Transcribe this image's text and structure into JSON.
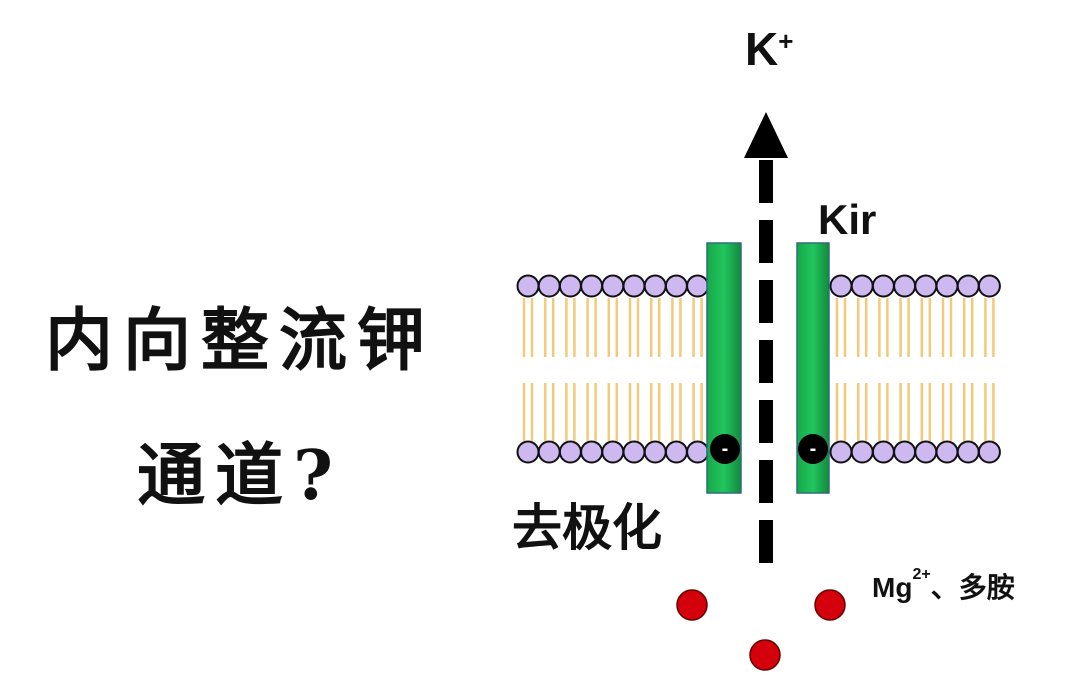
{
  "title": {
    "line1": "内向整流钾",
    "line2": "通道?"
  },
  "labels": {
    "ion": "K",
    "ion_charge": "+",
    "channel": "Kir",
    "depolarization": "去极化",
    "blocker": "Mg",
    "blocker_charge": "2+",
    "blocker_suffix": "、多胺",
    "negative_charge": "-"
  },
  "colors": {
    "lipid_head": "#cdb8f0",
    "lipid_tail": "#f3c97a",
    "channel": "#1db954",
    "blocker_ball": "#d4000c",
    "arrow": "#000000"
  }
}
